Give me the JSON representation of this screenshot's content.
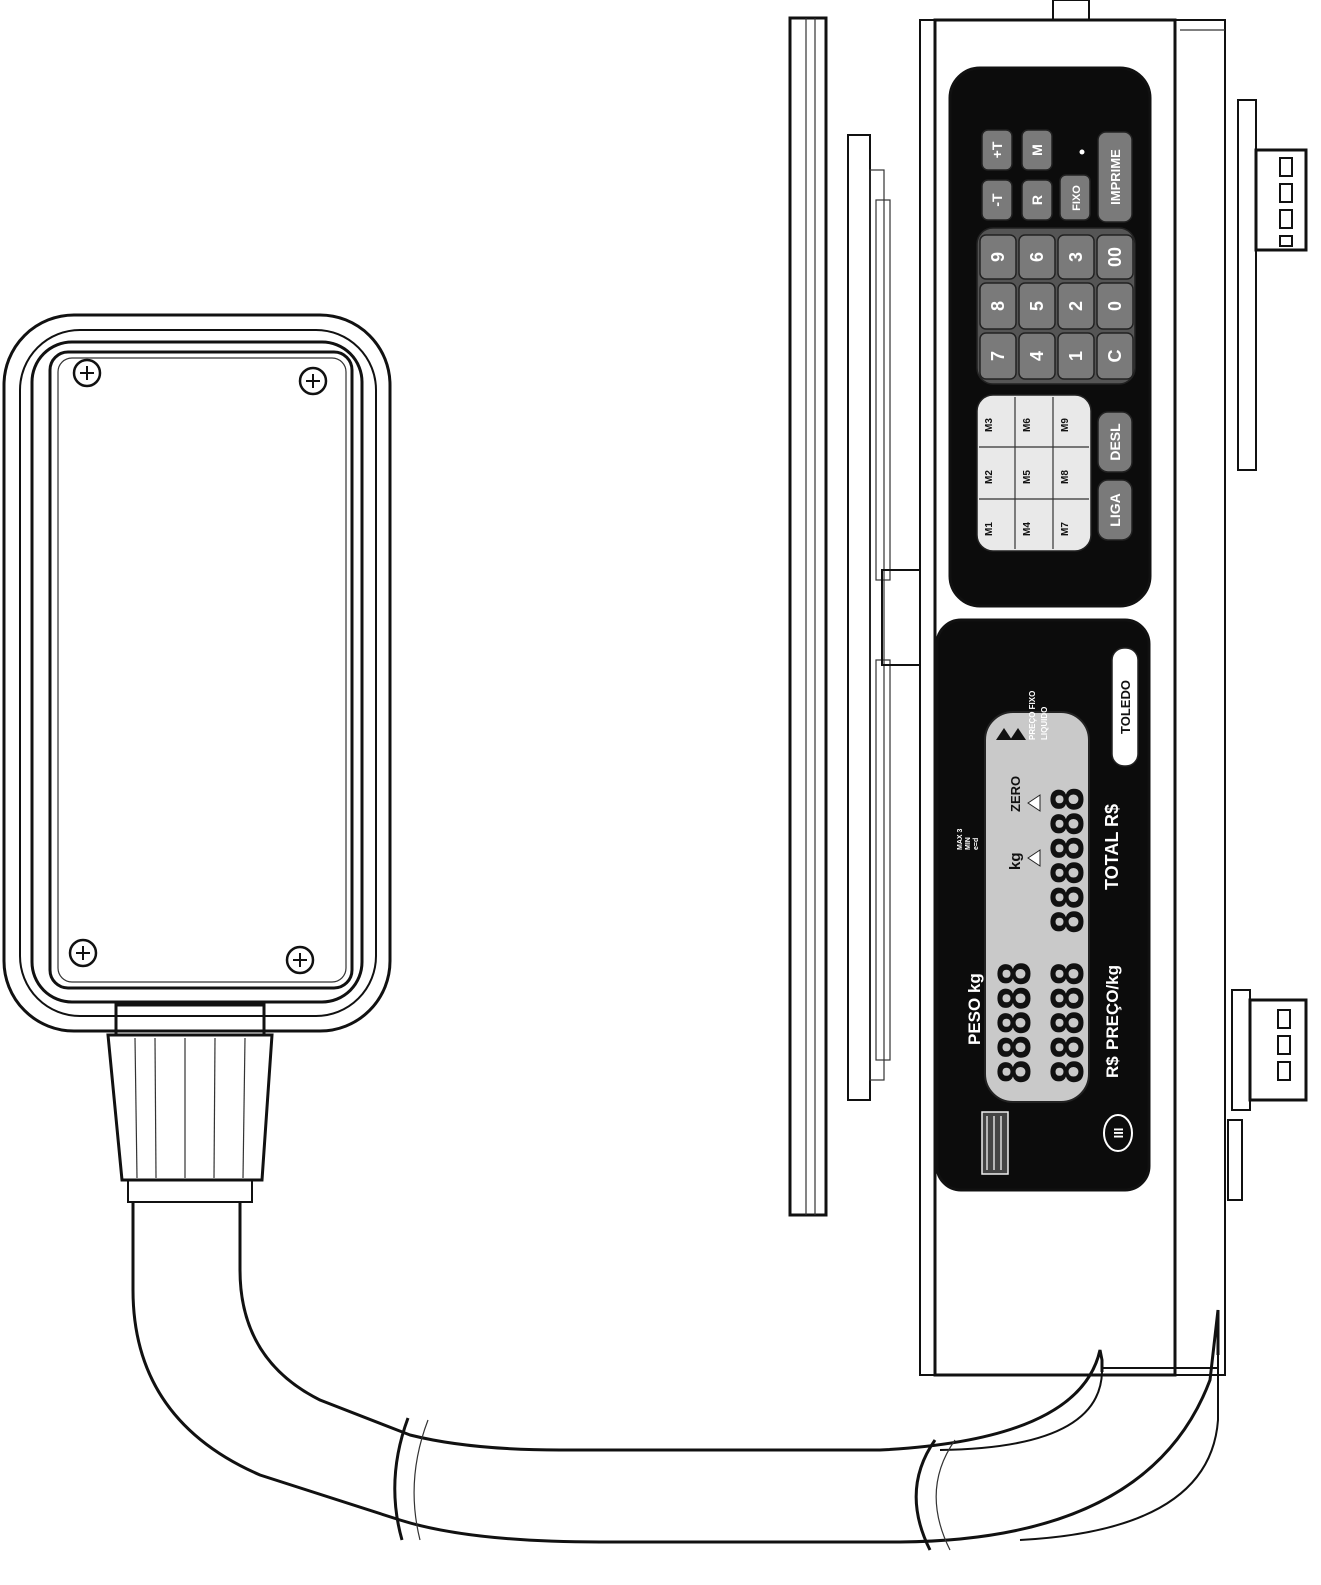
{
  "keypad": {
    "function_keys": [
      "+T",
      "M",
      "-T",
      "R",
      "FIXO",
      "IMPRIME"
    ],
    "numeric_keys": [
      "9",
      "6",
      "3",
      "00",
      "8",
      "5",
      "2",
      "0",
      "7",
      "4",
      "1",
      "C"
    ],
    "memory_keys": [
      "M3",
      "M6",
      "M9",
      "M2",
      "M5",
      "M8",
      "M1",
      "M4",
      "M7"
    ],
    "power_keys": {
      "on": "LIGA",
      "off": "DESL"
    }
  },
  "display": {
    "labels": {
      "weight": "PESO kg",
      "price": "PREÇO/kg",
      "currency": "R$",
      "total": "TOTAL R$",
      "kg": "kg",
      "zero": "ZERO",
      "fixed_price": "PREÇO FIXO",
      "net": "LIQUIDO",
      "capacity": [
        "MAX 3",
        "MIN",
        "e=d"
      ]
    },
    "digits": {
      "weight": "88888",
      "price": "88888",
      "total": "888888"
    },
    "brand": "TOLEDO",
    "class_mark": "III"
  }
}
